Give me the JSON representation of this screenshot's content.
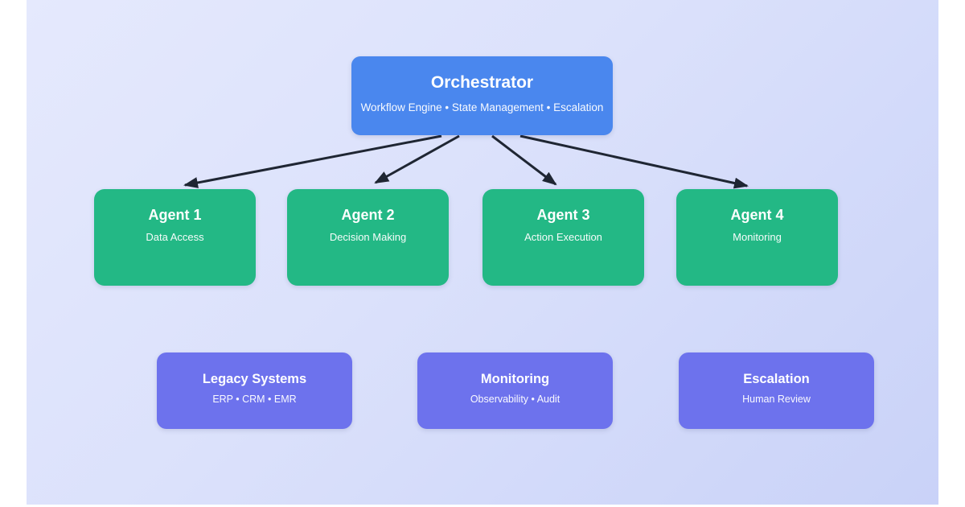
{
  "colors": {
    "page_background": "#ffffff",
    "panel_gradient_from": "#e5e9fd",
    "panel_gradient_to": "#c9d2f8",
    "orchestrator_fill": "#4a87ee",
    "agent_fill": "#23b885",
    "support_fill": "#6d72ed",
    "arrow": "#1f2633",
    "text": "#ffffff"
  },
  "orchestrator": {
    "title": "Orchestrator",
    "subtitle": "Workflow Engine • State Management • Escalation"
  },
  "agents": [
    {
      "title": "Agent 1",
      "subtitle": "Data Access"
    },
    {
      "title": "Agent 2",
      "subtitle": "Decision Making"
    },
    {
      "title": "Agent 3",
      "subtitle": "Action Execution"
    },
    {
      "title": "Agent 4",
      "subtitle": "Monitoring"
    }
  ],
  "support": [
    {
      "title": "Legacy Systems",
      "subtitle": "ERP • CRM • EMR"
    },
    {
      "title": "Monitoring",
      "subtitle": "Observability • Audit"
    },
    {
      "title": "Escalation",
      "subtitle": "Human Review"
    }
  ],
  "edges": [
    {
      "from": "orchestrator",
      "to": "agent-1"
    },
    {
      "from": "orchestrator",
      "to": "agent-2"
    },
    {
      "from": "orchestrator",
      "to": "agent-3"
    },
    {
      "from": "orchestrator",
      "to": "agent-4"
    }
  ]
}
